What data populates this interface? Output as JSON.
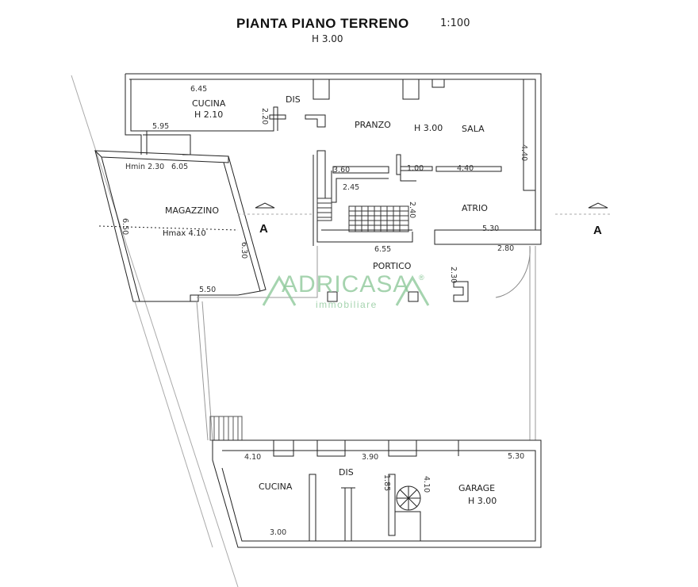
{
  "header": {
    "title": "PIANTA PIANO TERRENO",
    "scale": "1:100",
    "height": "H 3.00"
  },
  "rooms": {
    "cucina_top": "CUCINA",
    "cucina_top_h": "H 2.10",
    "dis_top": "DIS",
    "pranzo": "PRANZO",
    "h300": "H 3.00",
    "sala": "SALA",
    "magazzino": "MAGAZZINO",
    "hmax": "Hmax 4.10",
    "hmin": "Hmin 2.30",
    "atrio": "ATRIO",
    "portico": "PORTICO",
    "cucina_bottom": "CUCINA",
    "dis_bottom": "DIS",
    "garage": "GARAGE",
    "garage_h": "H 3.00"
  },
  "dimensions": {
    "d645": "6.45",
    "d595": "5.95",
    "d220": "2.20",
    "d605": "6.05",
    "d360": "3.60",
    "d245": "2.45",
    "d240": "2.40",
    "d100": "1.00",
    "d440h": "4.40",
    "d440v": "4.40",
    "d650": "6.50",
    "d630": "6.30",
    "d550": "5.50",
    "d655": "6.55",
    "d530": "5.30",
    "d280": "2.80",
    "d230": "2.30",
    "d410": "4.10",
    "d390": "3.90",
    "d185": "1.85",
    "d410v": "4.10",
    "d300": "3.00",
    "d530b": "5.30"
  },
  "section_marks": {
    "left": "A",
    "right": "A"
  },
  "watermark": {
    "brand": "ADRICASA",
    "sub": "immobiliare",
    "reg": "®"
  }
}
